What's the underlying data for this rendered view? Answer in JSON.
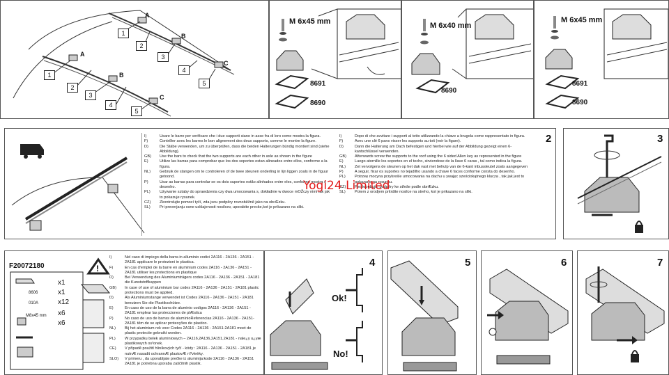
{
  "top": {
    "step1": "1",
    "bolts": [
      "M 6x45 mm",
      "M 6x40 mm",
      "M 6x45 mm"
    ],
    "variants": [
      "A",
      "B",
      "C"
    ],
    "pad_codes": {
      "a1": "8691",
      "a2": "8690",
      "b1": "8690",
      "c1": "8691",
      "c2": "8690"
    },
    "roof_labels": {
      "n1": "1",
      "n2": "2",
      "n3": "3",
      "n4": "4",
      "n5": "5",
      "la": "A",
      "lb": "B",
      "lc": "C"
    }
  },
  "middle": {
    "step2": "2",
    "step3": "3",
    "watermark": "Yogi24 Limited",
    "left_rows": [
      {
        "k": "I)",
        "v": "Usare le barre per verificare che i due supporti siano in asse fra di loro come mostra la figura."
      },
      {
        "k": "F)",
        "v": "Contrôler avec les barres le bon alignement des deux supports, comme le montre la figure."
      },
      {
        "k": "D)",
        "v": "Die Stäbe verwenden, um zu überprüfen, dass die beiden Halterungen bündig montiert sind (siehe Abbildung)."
      },
      {
        "k": "GB)",
        "v": "Use the bars to check that the two supports are each other  in axle as shown in the figure"
      },
      {
        "k": "E)",
        "v": "Utilize las barras para comprobar que los dos soportes estan alineados entre ellos, conforme a la figura."
      },
      {
        "k": "NL)",
        "v": "Gebruik de stangen om te controleren of de twee steunen onderling in lijn liggen zoals in de figuur getoond."
      },
      {
        "k": "P)",
        "v": "Usar as barras para controlar se os dois suportes estão alinhados entre eles, conforme mostra o desenho."
      },
      {
        "k": "PL)",
        "v": "Używanie sztaby do sprawdzenia     czy dwa umocowania    s, dokładnie     w dwoce mOŽczy nimi  tak  jak  to pokazuje    rysunek."
      },
      {
        "k": "CZ)",
        "v": "Zkontrolujte pomocí tyčí, zda jsou podpěry rovnoběžně jako na obrÆzku."
      },
      {
        "k": "SL)",
        "v": "Pri preverjanju osne usklajenosti nosilcev, uporabite precke,kot je prikazano na sliki."
      }
    ],
    "right_rows": [
      {
        "k": "I)",
        "v": "Dopo di che avvitare i supporti al tetto utilizzando la chiave a brugola come rappresentato in figura."
      },
      {
        "k": "F)",
        "v": "Avec une clé 6 pans visser les supports au toit (voir la figure)."
      },
      {
        "k": "D)",
        "v": "Dann die Halterung am Dach befestigen und hierbei wie auf der Abbildung gezeigt einen 6-kantschlüssel verwenden."
      },
      {
        "k": "GB)",
        "v": "Afterwards screw the supports to the roof using the 6 sided Allen key as represented in the figure"
      },
      {
        "k": "E)",
        "v": "Luego atornille los soportes en el techo, sirviendose de la llave 6 caras , tal como indica la figura."
      },
      {
        "k": "NL)",
        "v": "Zet vervolgens de steunen op het dak vast met behulp van de 6-kant inbussleutel zoals aangegeven"
      },
      {
        "k": "P)",
        "v": "A seguir, fixar os suportes no tejadilho usando a chave 6 faces  conforme consta do desenho."
      },
      {
        "k": "PL)",
        "v": "Potrzeę  mocyna przykreśle  umocowania  na dachu u ywajęc  sześciokątnego  klucza  , tak  jak  jest  to pokazane na rysunku."
      },
      {
        "k": "CZ)",
        "v": "Pieškroubujte podpěry ke střeše podle obrÆzku."
      },
      {
        "k": "SL)",
        "v": "Potem z orodjem pritrdite nosilce na streho, kot je prikazano na sliki."
      }
    ]
  },
  "bottom": {
    "code": "F20072180",
    "parts": [
      {
        "id": "8606",
        "qty": "x1"
      },
      {
        "id": "010A",
        "qty": "x12"
      },
      {
        "id": "M8x45 mm",
        "qty": "x6"
      },
      {
        "id": "",
        "qty": "x6"
      }
    ],
    "top_qty": "x1",
    "rows": [
      {
        "k": "I)",
        "v": "Nel caso di impiego della barra in alluminio codici 2A116 - 2A136 - 2A151 - 2A181 applicare le protezioni  in plastica."
      },
      {
        "k": "F)",
        "v": "En cas d'emploi de la barre en aluminium  codes 2A116 - 2A136 - 2A151 - 2A181 utiliser les protections en plastique"
      },
      {
        "k": "D)",
        "v": "Bei Verwendung des Aluminiumträgers codes 2A116 - 2A136 - 2A151 - 2A181 die Kunststoffkappen"
      },
      {
        "k": "GB)",
        "v": "In case of use of aluminium bar  codes 2A116 - 2A136 - 2A151 - 2A181 plastic protections must be applied."
      },
      {
        "k": "D)",
        "v": "Als Aluminiumstange verwendet ist  Codes 2A116 - 2A136 - 2A151 - 2A181 benutzen Sie die Plastikschütze."
      },
      {
        "k": "E)",
        "v": "En caso de uso de la barra de aluminio  codigos 2A116 - 2A136 - 2A151 - 2A181 emplear las protecciones de plÆstica"
      },
      {
        "k": "P)",
        "v": "No caso de uso de barras de alumínioReferencias 2A116 - 2A136 - 2A151- 2A181 têm de se aplicar protecções de plastico."
      },
      {
        "k": "NL)",
        "v": "Bij het aluminium rek voor  Codes 2A116 - 2A136 - 2A151-2A181 moet de plastic protectie gebruikt worden."
      },
      {
        "k": "PL)",
        "v": "W przypadku belek aluminiowych – 2A116,2A136,2A151,2A181 - nale¿y u¿yæ plastikowych os³onek."
      },
      {
        "k": "CE)",
        "v": "V připadě použití hliníkových tyčí - kódy : 2A116 - 2A136 - 2A151 - 2A181 je nutnÆ nasadit ochrannÆ plastovÆ n?vleèky."
      },
      {
        "k": "SLO)",
        "v": "V primeru , da uporabljate prečke iz aluminija:kode 2A116 - 2A136 - 2A151 2A181  je potrebna uporaba zaščitnih plastik."
      }
    ],
    "step4": "4",
    "step5": "5",
    "step6": "6",
    "step7": "7",
    "ok": "Ok!",
    "no": "No!"
  }
}
